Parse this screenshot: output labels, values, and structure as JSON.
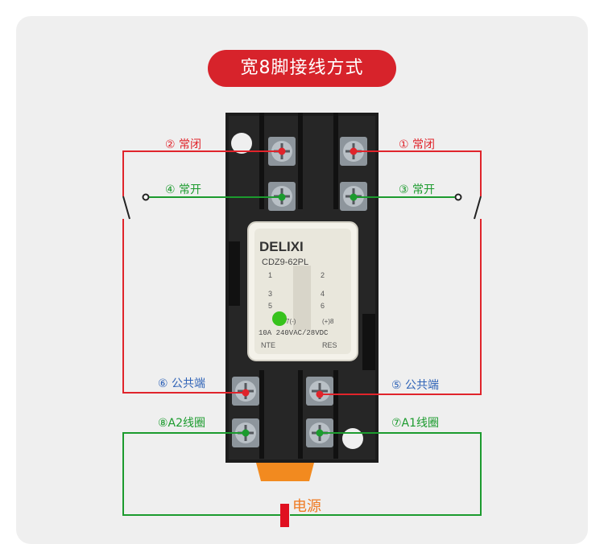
{
  "title": "宽8脚接线方式",
  "pins": {
    "p2": "② 常闭",
    "p1": "① 常闭",
    "p4": "④ 常开",
    "p3": "③ 常开",
    "p6": "⑥ 公共端",
    "p5": "⑤ 公共端",
    "p8": "⑧A2线圈",
    "p7": "⑦A1线圈"
  },
  "power_label": "电源",
  "relay": {
    "brand": "DELIXI",
    "model": "CDZ9-62PL",
    "pin1": "1",
    "pin2": "2",
    "pin3": "3",
    "pin4": "4",
    "pin5": "5",
    "pin6": "6",
    "pin7": "7(-)",
    "pin8": "(+)8",
    "rating": "10A 240VAC/28VDC",
    "nte": "NTE",
    "res": "RES"
  },
  "colors": {
    "title_bg": "#d7232b",
    "nc_wire": "#e0242b",
    "no_wire": "#1c9b2e",
    "coil_wire": "#1c9b2e",
    "common_label": "#2f63b7",
    "power_label": "#ef7a22",
    "power_source": "#e01020"
  }
}
